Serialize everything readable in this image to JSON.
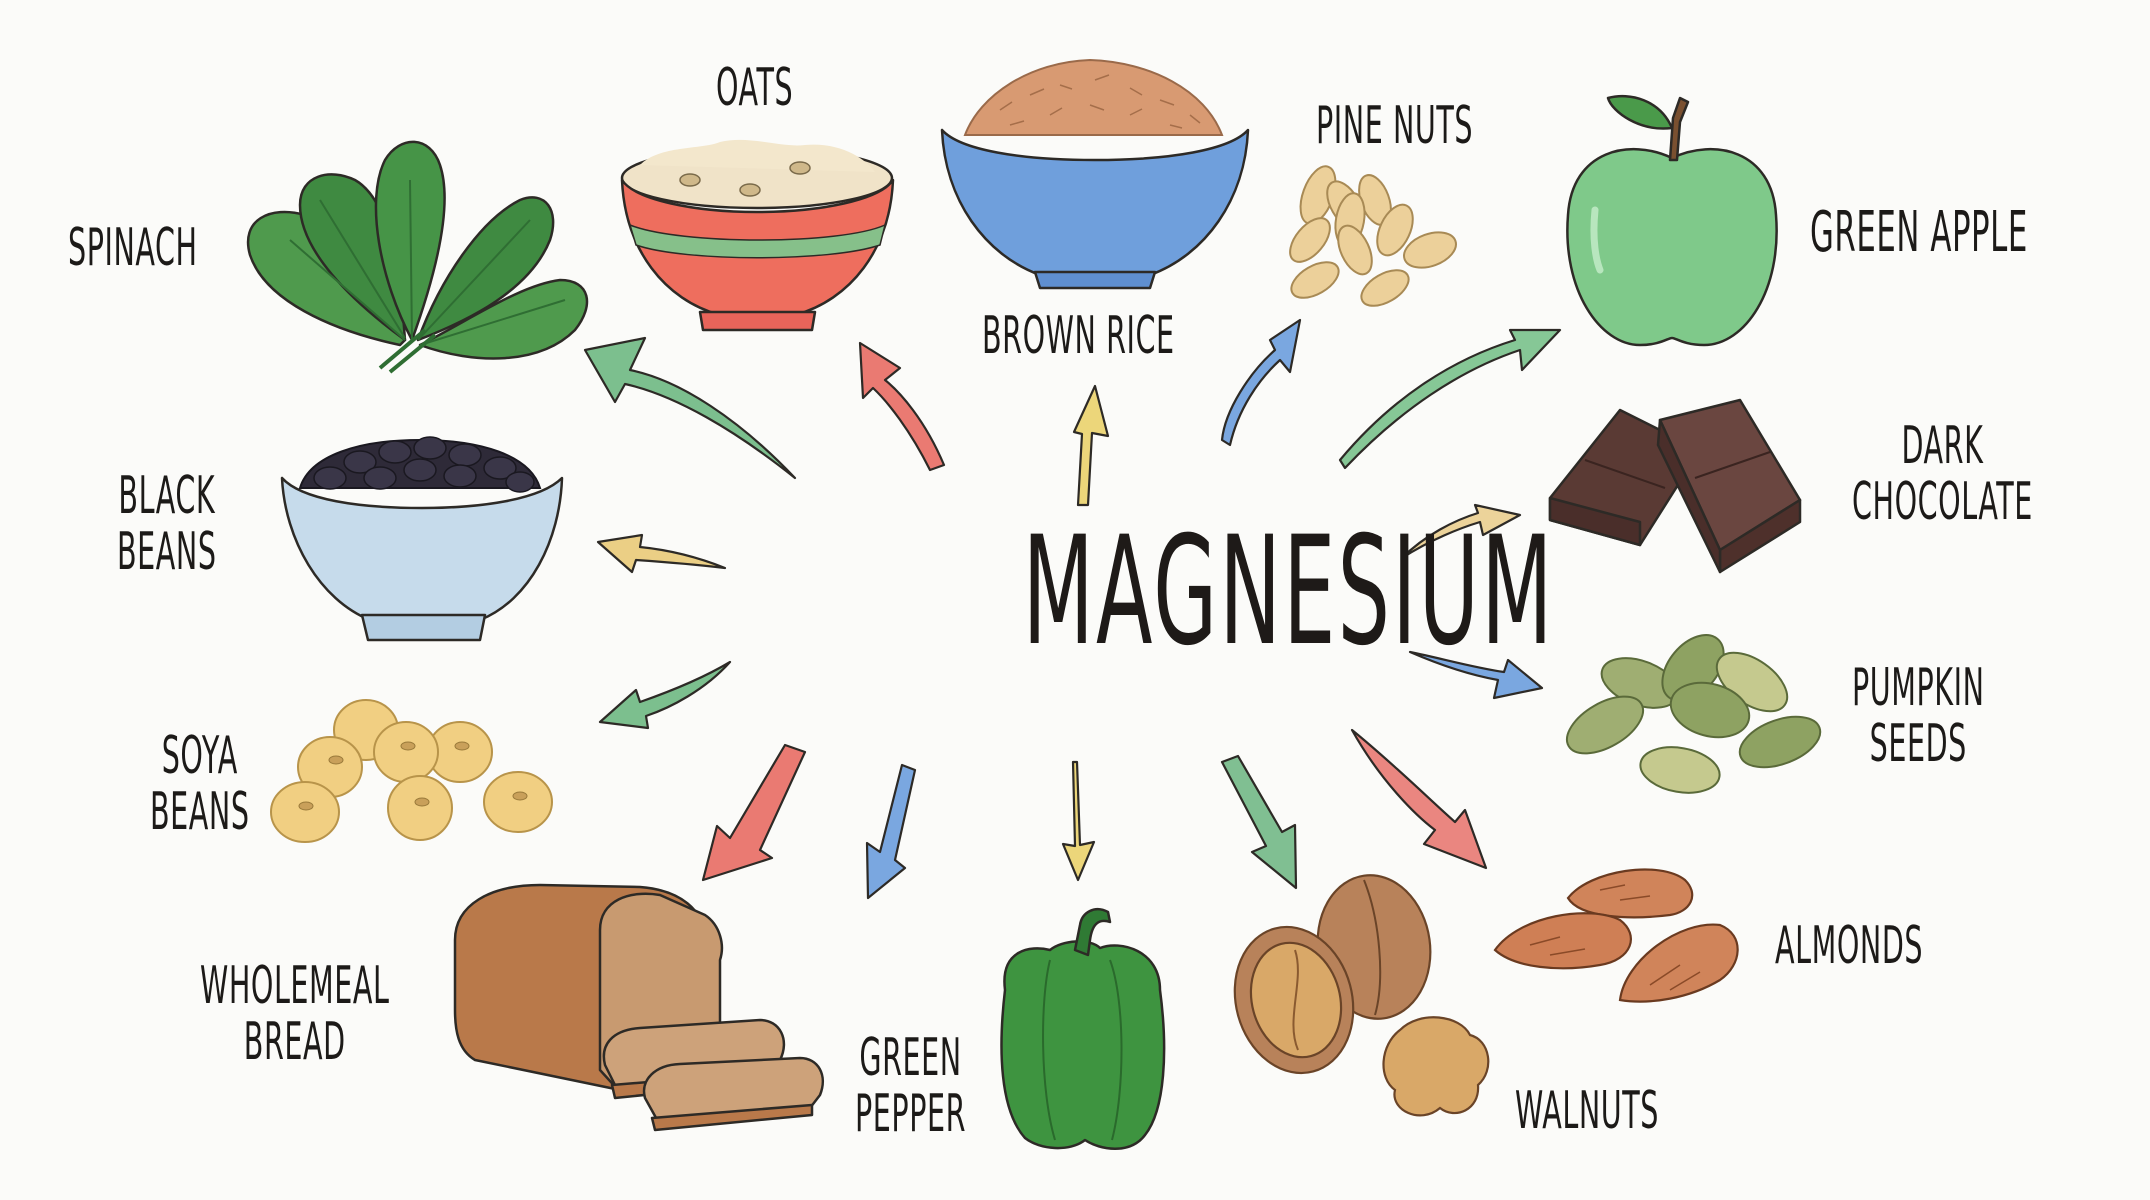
{
  "title": "MAGNESIUM",
  "foods": [
    {
      "id": "spinach",
      "label_lines": [
        "SPINACH"
      ],
      "color": "#4a9a4a",
      "arrow_color": "#6cb37f"
    },
    {
      "id": "oats",
      "label_lines": [
        "OATS"
      ],
      "color": "#ee6e5e",
      "arrow_color": "#e8716a"
    },
    {
      "id": "brown-rice",
      "label_lines": [
        "BROWN RICE"
      ],
      "color": "#6f9fdc",
      "arrow_color": "#e6cf6e"
    },
    {
      "id": "pine-nuts",
      "label_lines": [
        "PINE NUTS"
      ],
      "color": "#ecd09a",
      "arrow_color": "#6f9fdc"
    },
    {
      "id": "green-apple",
      "label_lines": [
        "GREEN APPLE"
      ],
      "color": "#7fc98a",
      "arrow_color": "#7fc28d"
    },
    {
      "id": "dark-chocolate",
      "label_lines": [
        "DARK",
        "CHOCOLATE"
      ],
      "color": "#5a3a34",
      "arrow_color": "#ead08a"
    },
    {
      "id": "pumpkin-seeds",
      "label_lines": [
        "PUMPKIN",
        "SEEDS"
      ],
      "color": "#a3b27a",
      "arrow_color": "#6f9fdc"
    },
    {
      "id": "almonds",
      "label_lines": [
        "ALMONDS"
      ],
      "color": "#d0845a",
      "arrow_color": "#e8716a"
    },
    {
      "id": "walnuts",
      "label_lines": [
        "WALNUTS"
      ],
      "color": "#b88158",
      "arrow_color": "#6cb37f"
    },
    {
      "id": "green-pepper",
      "label_lines": [
        "GREEN",
        "PEPPER"
      ],
      "color": "#3e9440",
      "arrow_color": "#e6cf6e"
    },
    {
      "id": "wholemeal-bread",
      "label_lines": [
        "WHOLEMEAL",
        "BREAD"
      ],
      "color": "#b9794a",
      "arrow_color": "#6f9fdc"
    },
    {
      "id": "soya-beans",
      "label_lines": [
        "SOYA",
        "BEANS"
      ],
      "color": "#f1cf82",
      "arrow_color": "#e8716a"
    },
    {
      "id": "black-beans",
      "label_lines": [
        "BLACK",
        "BEANS"
      ],
      "color": "#2e2a38",
      "arrow_color": "#e6cf6e"
    }
  ],
  "extra_arrow_colors": {
    "soya_green": "#6cb37f"
  }
}
